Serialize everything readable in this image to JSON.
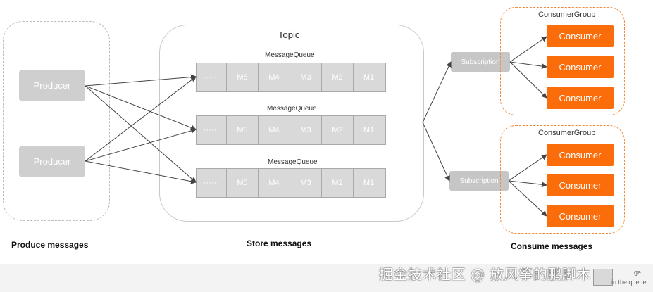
{
  "produce": {
    "producers": [
      "Producer",
      "Producer"
    ],
    "stage_label": "Produce messages"
  },
  "store": {
    "topic_label": "Topic",
    "queues": [
      {
        "label": "MessageQueue",
        "cells": [
          "······",
          "M5",
          "M4",
          "M3",
          "M2",
          "M1"
        ]
      },
      {
        "label": "MessageQueue",
        "cells": [
          "······",
          "M5",
          "M4",
          "M3",
          "M2",
          "M1"
        ]
      },
      {
        "label": "MessageQueue",
        "cells": [
          "······",
          "M5",
          "M4",
          "M3",
          "M2",
          "M1"
        ]
      }
    ],
    "stage_label": "Store messages"
  },
  "consume": {
    "subscriptions": [
      "Subscription",
      "Subscription"
    ],
    "groups": [
      {
        "label": "ConsumerGroup",
        "consumers": [
          "Consumer",
          "Consumer",
          "Consumer"
        ]
      },
      {
        "label": "ConsumerGroup",
        "consumers": [
          "Consumer",
          "Consumer",
          "Consumer"
        ]
      }
    ],
    "stage_label": "Consume messages"
  },
  "watermark": "掘金技术社区 @ 放风筝的鹏脚木",
  "overlay_fragments": [
    "ge",
    "in the queue"
  ],
  "colors": {
    "consumer": "#fb6d0a",
    "consumer_group_border": "#f3883a",
    "neutral_box": "#cfcfcf"
  }
}
